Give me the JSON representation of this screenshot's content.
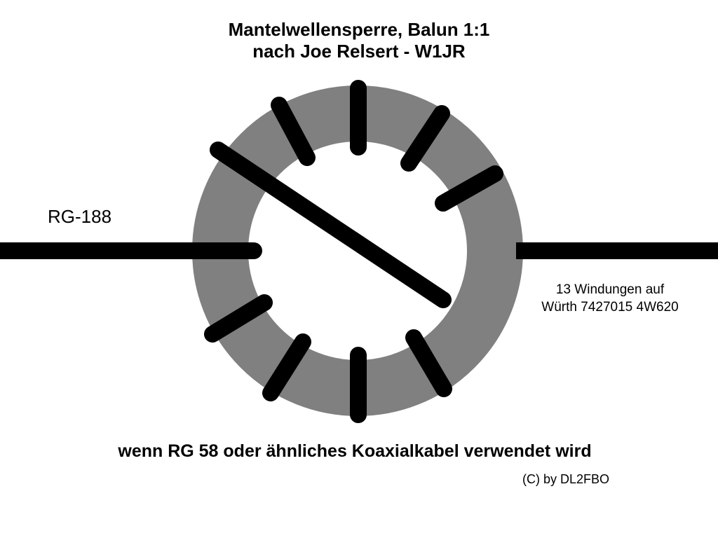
{
  "title": {
    "line1": "Mantelwellensperre, Balun 1:1",
    "line2": "nach Joe Relsert - W1JR"
  },
  "cable_label": "RG-188",
  "winding_note": {
    "line1": "13 Windungen auf",
    "line2": "Würth 7427015 4W620"
  },
  "usage_note": "wenn RG 58 oder ähnliches Koaxialkabel verwendet wird",
  "copyright": "(C) by DL2FBO",
  "colors": {
    "core": "#808080",
    "wire": "#000000",
    "background": "#ffffff"
  }
}
